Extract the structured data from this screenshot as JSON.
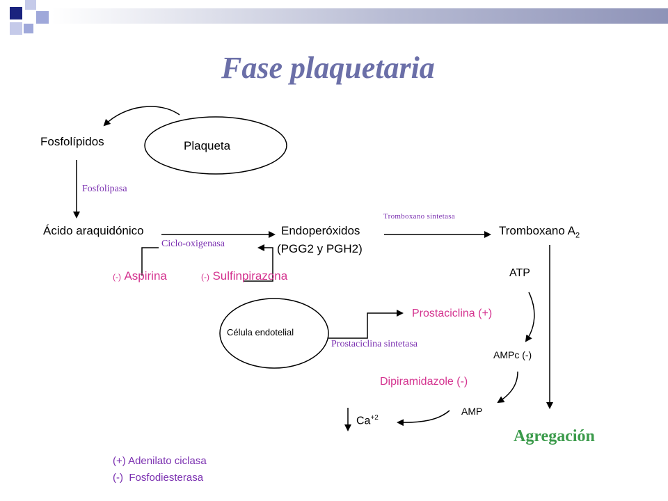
{
  "title": "Fase plaquetaria",
  "nodes": {
    "fosfolipidos": "Fosfolípidos",
    "plaqueta": "Plaqueta",
    "fosfolipasa": "Fosfolipasa",
    "acido": "Ácido araquidónico",
    "endoperoxidos": "Endoperóxidos",
    "pgg": "(PGG2 y PGH2)",
    "tromboxano_sintetasa": "Tromboxano sintetasa",
    "tromboxano": "Tromboxano A",
    "tromboxano_sub": "2",
    "ciclo": "Ciclo-oxigenasa",
    "aspirina_prefix": "(-)",
    "aspirina": "Aspirina",
    "sulfin_prefix": "(-)",
    "sulfin": "Sulfinpirazona",
    "atp": "ATP",
    "celula": "Célula endotelial",
    "prostaciclina": "Prostaciclina (+)",
    "prostaciclina_sintetasa": "Prostaciclina sintetasa",
    "ampc": "AMPc (-)",
    "dipiramidazole": "Dipiramidazole (-)",
    "amp": "AMP",
    "ca": "Ca",
    "ca_sup": "+2",
    "agregacion": "Agregación"
  },
  "legend": {
    "line1": "(+) Adenilato ciclasa",
    "line2": "(-)  Fosfodiesterasa"
  },
  "colors": {
    "title": "#6b6fa8",
    "enzyme": "#7a2fb0",
    "inhibitor": "#d4338f",
    "result": "#3a9a4a",
    "square_dark": "#1a237e",
    "square_light": "#9fa8da"
  }
}
